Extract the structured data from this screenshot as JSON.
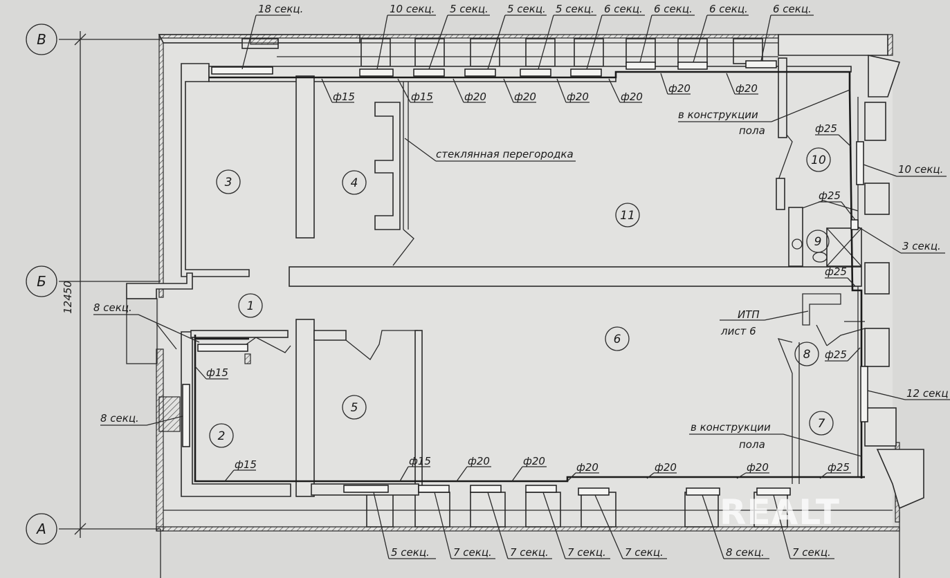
{
  "axes": {
    "top": "В",
    "middle": "Б",
    "bottom": "А"
  },
  "dimension": "12450",
  "rooms": [
    "1",
    "2",
    "3",
    "4",
    "5",
    "6",
    "7",
    "8",
    "9",
    "10",
    "11"
  ],
  "radiator_labels_top": [
    "18 секц.",
    "10 секц.",
    "5 секц.",
    "5 секц.",
    "5 секц.",
    "6 секц.",
    "6 секц.",
    "6 секц.",
    "6 секц."
  ],
  "radiator_labels_bottom": [
    "5 секц.",
    "7 секц.",
    "7 секц.",
    "7 секц.",
    "7 секц.",
    "8 секц.",
    "7 секц."
  ],
  "radiator_labels_right": [
    "10 секц.",
    "3 секц.",
    "12 секц"
  ],
  "radiator_labels_left": [
    "8 секц.",
    "8 секц."
  ],
  "pipe_labels_top": [
    "ф15",
    "ф15",
    "ф20",
    "ф20",
    "ф20",
    "ф20",
    "ф20",
    "ф20"
  ],
  "pipe_labels_bottom": [
    "ф15",
    "ф15",
    "ф20",
    "ф20",
    "ф20",
    "ф20",
    "ф20",
    "ф25"
  ],
  "pipe_labels_right": [
    "ф25",
    "ф25",
    "ф25",
    "ф25"
  ],
  "pipe_labels_left": [
    "ф15"
  ],
  "notes": {
    "glass_partition": "стеклянная перегородка",
    "in_floor_top_1": "в конструкции",
    "in_floor_top_2": "пола",
    "in_floor_bottom_1": "в конструкции",
    "in_floor_bottom_2": "пола",
    "itp_1": "ИТП",
    "itp_2": "лист 6"
  },
  "watermark": "REALT"
}
